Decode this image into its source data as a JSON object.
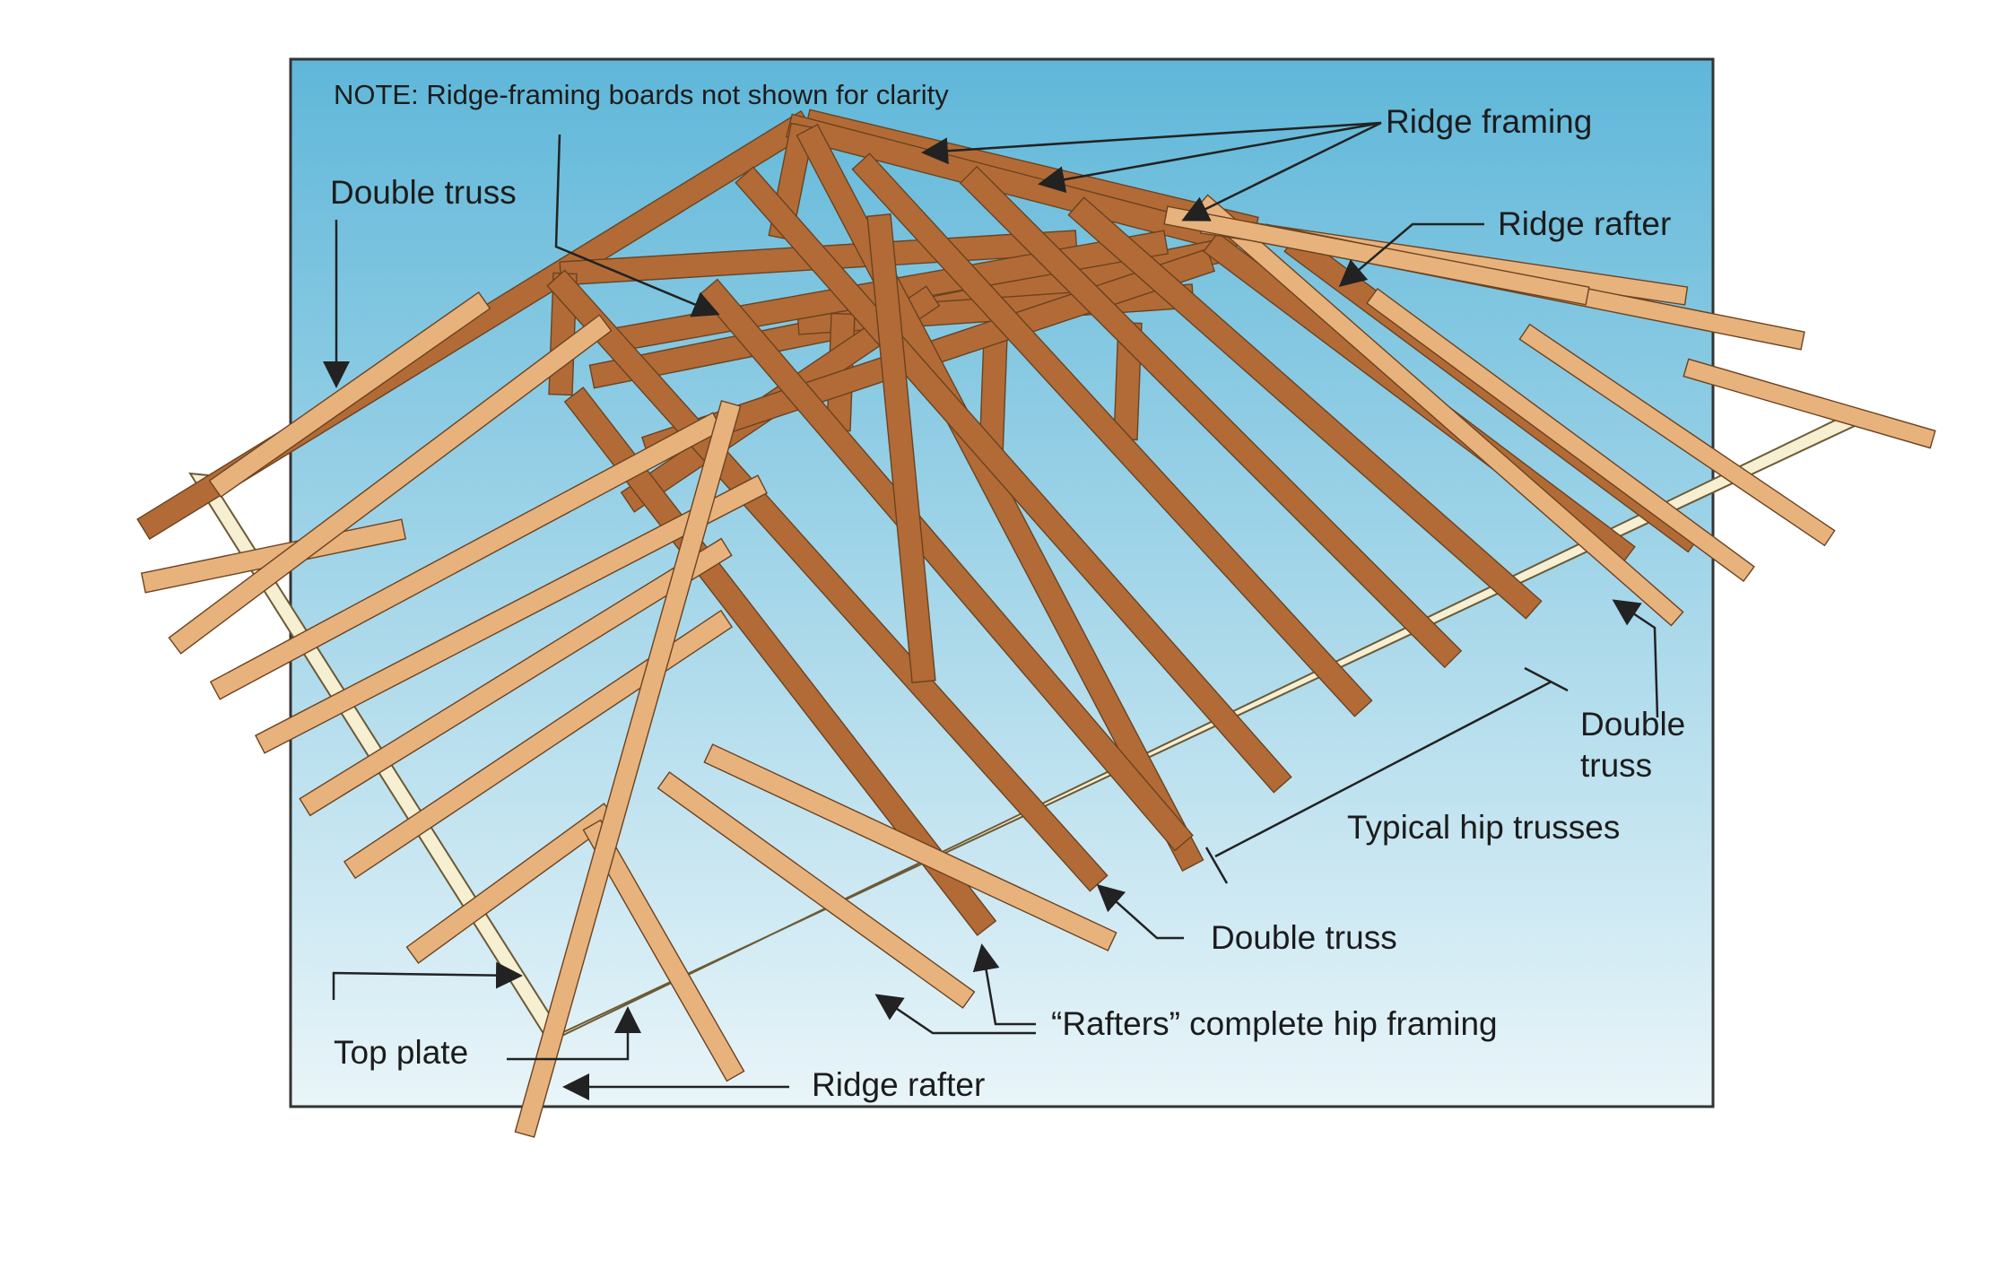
{
  "colors": {
    "sky_top": "#5fb7d9",
    "sky_bottom": "#e9f5f9",
    "frame_border": "#333333",
    "rafter_light": "#e8b27c",
    "truss_dark": "#b26b36",
    "top_plate": "#f6efd2"
  },
  "labels": {
    "note": "NOTE: Ridge-framing boards not shown for clarity",
    "ridge_framing": "Ridge framing",
    "ridge_rafter_top": "Ridge rafter",
    "double_truss_left": "Double truss",
    "double_truss_right_line1": "Double",
    "double_truss_right_line2": "truss",
    "typical_hip_trusses": "Typical hip trusses",
    "double_truss_bottom": "Double truss",
    "rafters_complete": "“Rafters” complete hip framing",
    "top_plate": "Top plate",
    "ridge_rafter_bottom": "Ridge rafter"
  }
}
